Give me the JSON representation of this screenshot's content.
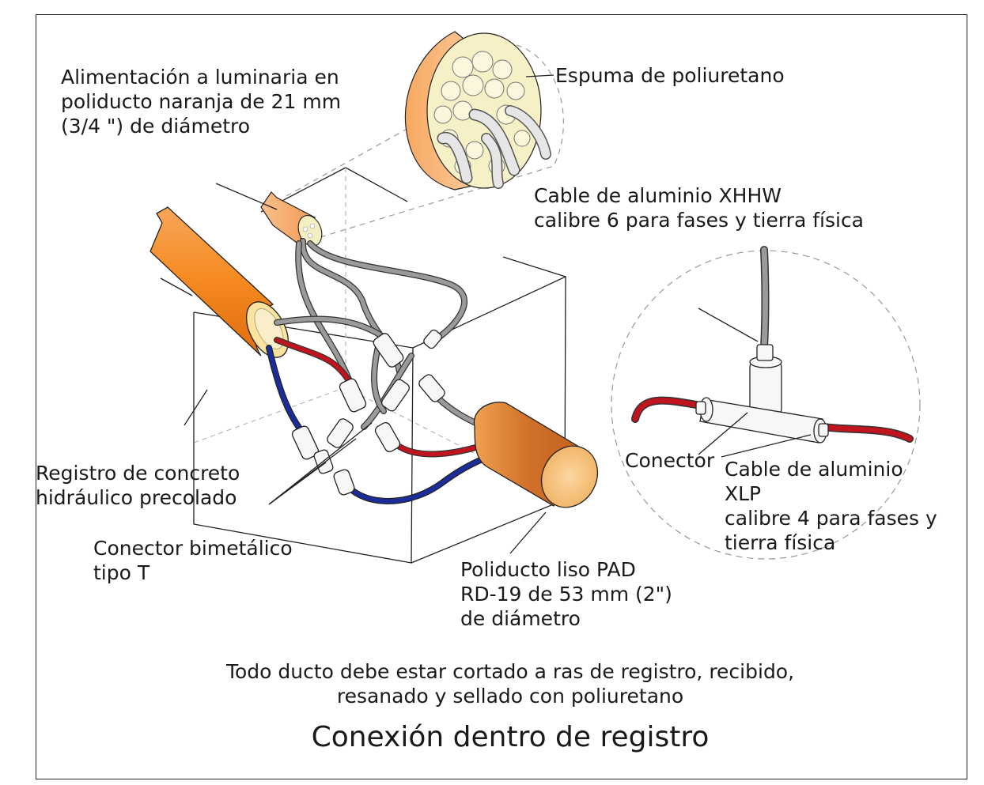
{
  "labels": {
    "alimentacion": "Alimentación a luminaria en\npoliducto naranja de 21 mm\n(3/4 \") de diámetro",
    "espuma": "Espuma de poliuretano",
    "cable_xhhw": "Cable de aluminio XHHW\ncalibre 6 para fases y tierra física",
    "registro": "Registro de concreto\nhidráulico precolado",
    "conector_t": "Conector bimetálico\ntipo T",
    "poliducto_pad": "Poliducto liso PAD\nRD-19 de 53 mm (2\")\nde diámetro",
    "conector": "Conector",
    "cable_xlp": "Cable de aluminio\nXLP\ncalibre 4 para fases y\ntierra física"
  },
  "note": "Todo ducto debe estar cortado a ras de registro, recibido,\nresanado y sellado con poliuretano",
  "title": "Conexión dentro de registro",
  "colors": {
    "conduit_orange": "#f5891f",
    "conduit_light": "#f8b97a",
    "pad_duct": "#d9782f",
    "cable_gray": "#8c8c8c",
    "cable_red": "#c0141e",
    "cable_blue": "#1a2d9a",
    "foam": "#f4efc0"
  },
  "icons": [
    "conduit-icon",
    "connector-icon",
    "foam-detail-icon"
  ]
}
